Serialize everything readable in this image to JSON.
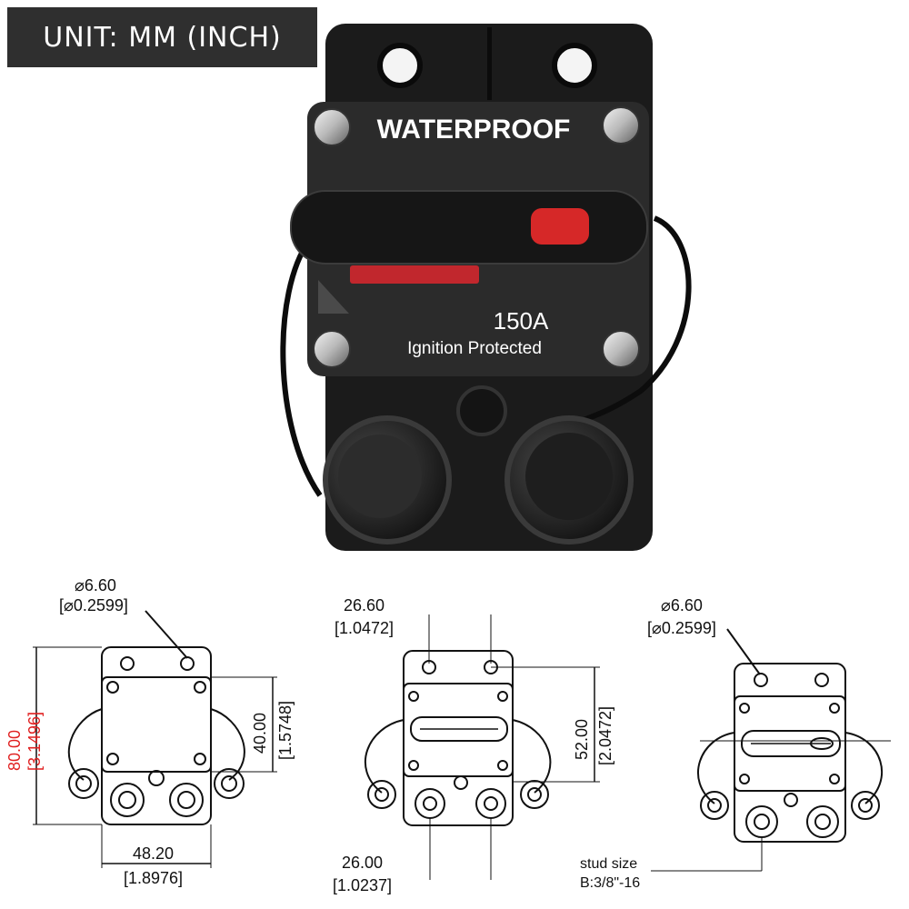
{
  "badge": {
    "unit_label": "UNIT: MM (INCH)"
  },
  "product": {
    "top_label": "WATERPROOF",
    "rating": "150A",
    "subtitle": "Ignition Protected",
    "accent_color": "#d62828",
    "body_color": "#1c1c1c"
  },
  "drawing_front": {
    "hole_dia_mm": "⌀6.60",
    "hole_dia_in": "[⌀0.2599]",
    "height_mm": "80.00",
    "height_in": "[3.1496]",
    "plate_height_mm": "40.00",
    "plate_height_in": "[1.5748]",
    "width_mm": "48.20",
    "width_in": "[1.8976]"
  },
  "drawing_middle": {
    "hole_spacing_mm": "26.60",
    "hole_spacing_in": "[1.0472]",
    "mount_height_mm": "52.00",
    "mount_height_in": "[2.0472]",
    "stud_spacing_mm": "26.00",
    "stud_spacing_in": "[1.0237]"
  },
  "drawing_right": {
    "hole_dia_mm": "⌀6.60",
    "hole_dia_in": "[⌀0.2599]",
    "stud_label": "stud size",
    "stud_spec": "B:3/8\"-16"
  },
  "colors": {
    "dimension_highlight": "#e02020"
  }
}
